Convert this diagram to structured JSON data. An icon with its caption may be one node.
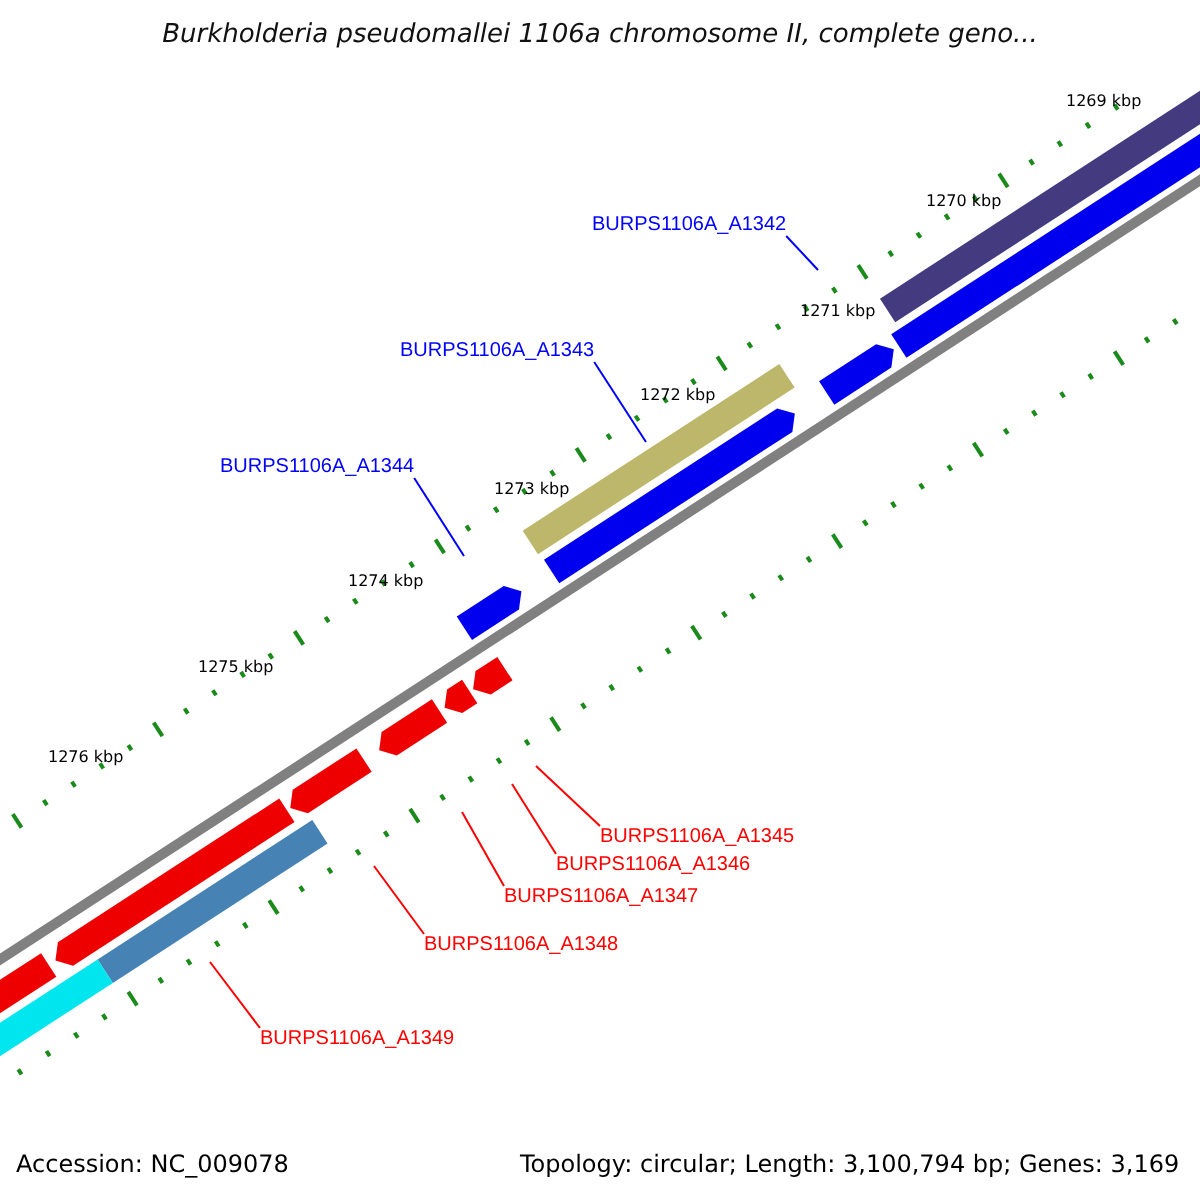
{
  "diagram": {
    "title": "Burkholderia pseudomallei 1106a chromosome II, complete geno...",
    "nodes": [
      {
        "text": [
          "BURPS1106A_A1342"
        ]
      },
      {
        "text": [
          "BURPS1106A_A1343"
        ]
      },
      {
        "text": [
          "BURPS1106A_A1344"
        ]
      },
      {
        "text": [
          "BURPS1106A_A1345"
        ]
      },
      {
        "text": [
          "BURPS1106A_A1346"
        ]
      },
      {
        "text": [
          "BURPS1106A_A1347"
        ]
      },
      {
        "text": [
          "BURPS1106A_A1348"
        ]
      },
      {
        "text": [
          "BURPS1106A_A1349"
        ]
      }
    ],
    "edges": [
      {
        "from": 0,
        "to": null,
        "arrow": "none",
        "color": "#0000ff"
      },
      {
        "from": 1,
        "to": null,
        "arrow": "none",
        "color": "#0000ff"
      },
      {
        "from": 2,
        "to": null,
        "arrow": "none",
        "color": "#0000ff"
      },
      {
        "from": 3,
        "to": null,
        "arrow": "none"
      },
      {
        "from": 4,
        "to": null,
        "arrow": "none"
      },
      {
        "from": 5,
        "to": null,
        "arrow": "none"
      },
      {
        "from": 6,
        "to": null,
        "arrow": "none"
      },
      {
        "from": 7,
        "to": null,
        "arrow": "none"
      }
    ],
    "labels": [
      "1269 kbp",
      "1270 kbp",
      "1271 kbp",
      "1272 kbp",
      "1273 kbp",
      "1274 kbp",
      "1275 kbp",
      "1276 kbp",
      "Accession: NC_009078",
      "Topology: circular; Length: 3,100,794 bp; Genes: 3,169"
    ]
  }
}
